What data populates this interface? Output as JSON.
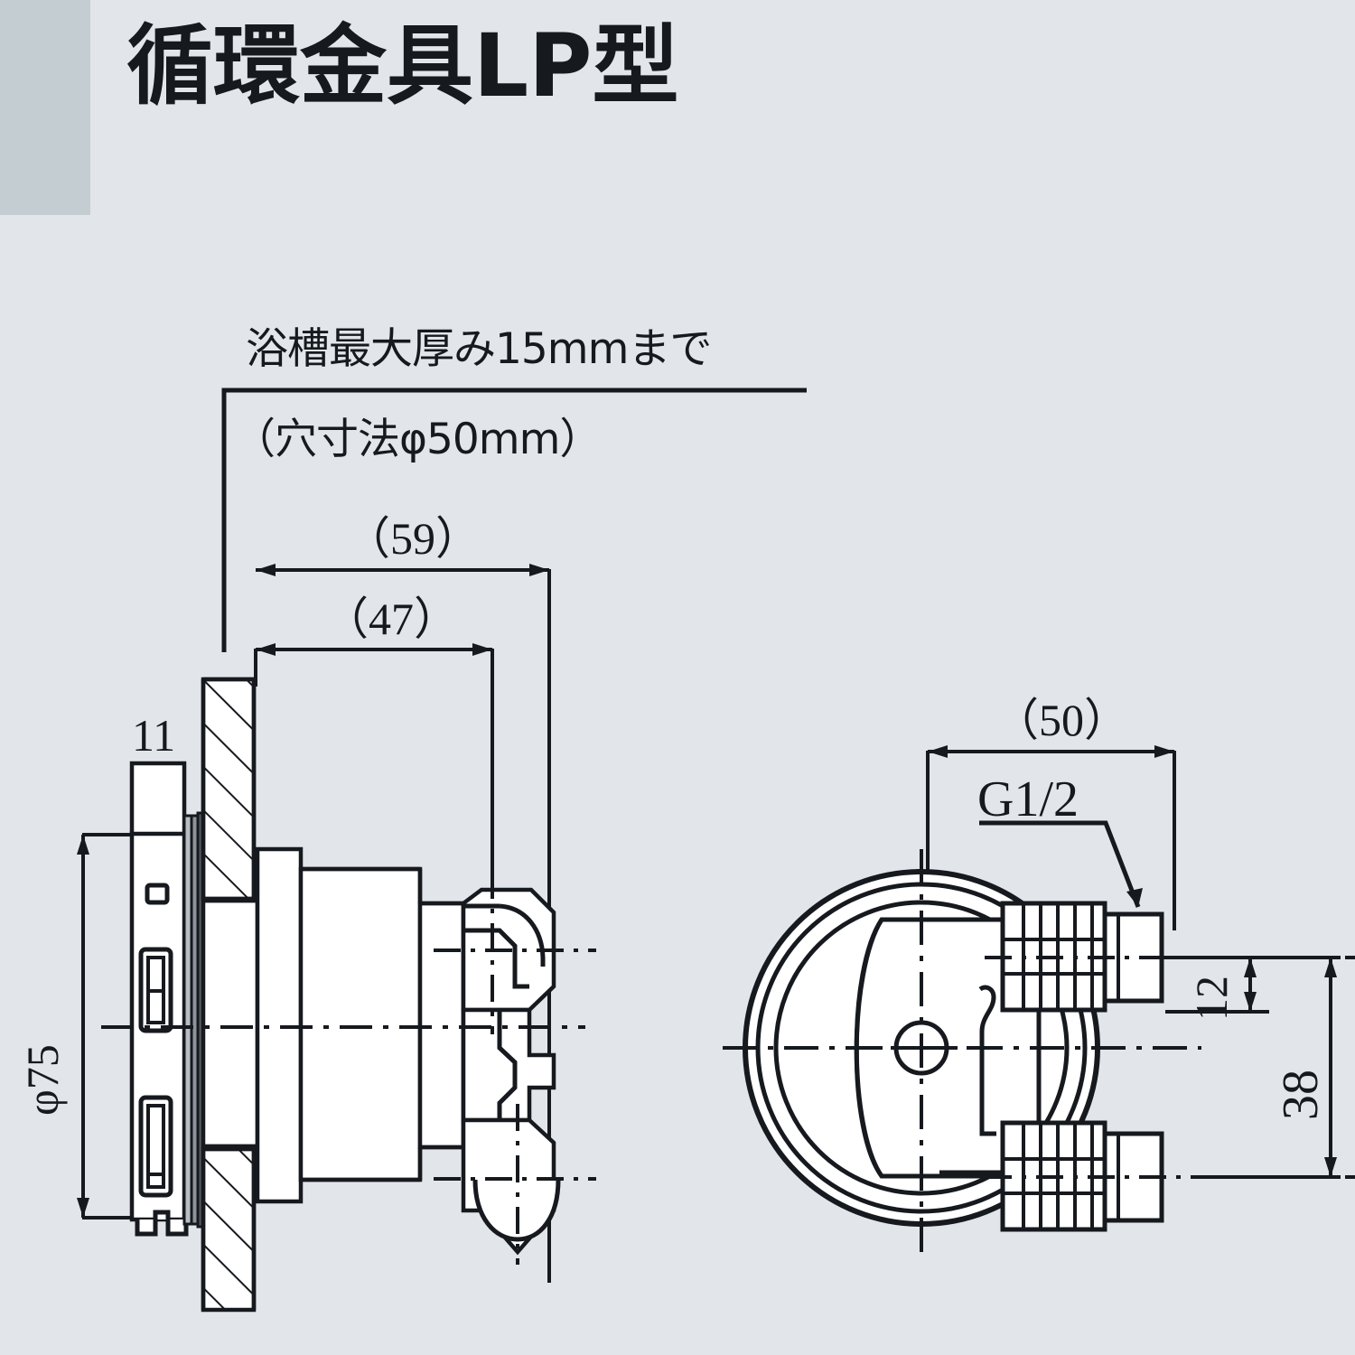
{
  "title": "循環金具LP型",
  "notes": {
    "max_thickness": "浴槽最大厚み15mmまで",
    "hole_size": "（穴寸法φ50mm）"
  },
  "dimensions": {
    "d59": "（59）",
    "d47": "（47）",
    "d11": "11",
    "d_phi75": "φ75",
    "d50": "（50）",
    "thread": "G1/2",
    "d12": "12",
    "d38": "38"
  },
  "colors": {
    "background": "#e2e6ea",
    "gray_block": "#c3cdd2",
    "ink": "#16191e",
    "fill": "#ffffff"
  }
}
